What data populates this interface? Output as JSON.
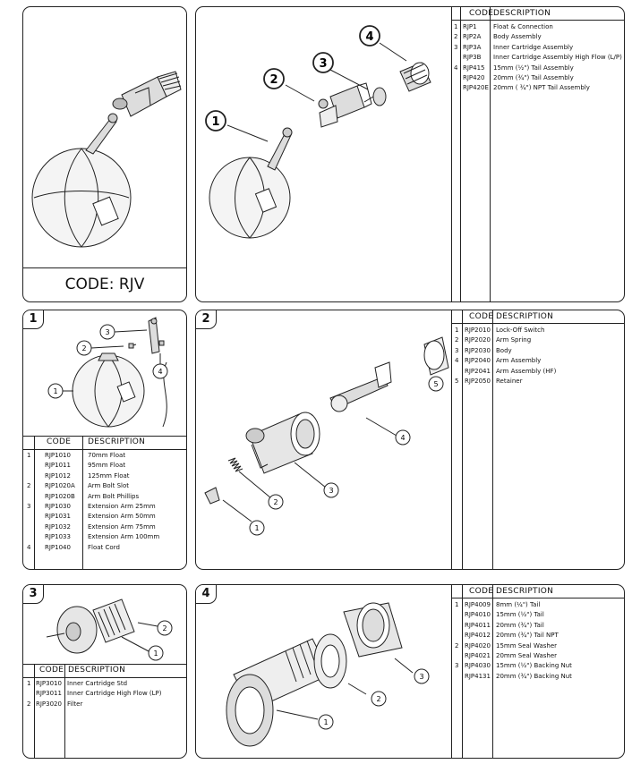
{
  "main_panel": {
    "code_label": "CODE: RJV"
  },
  "overview": {
    "callouts": [
      "1",
      "2",
      "3",
      "4"
    ],
    "table": {
      "header_code": "CODE",
      "header_desc": "DESCRIPTION",
      "rows": [
        {
          "num": "1",
          "code": "RJP1",
          "desc": "Float & Connection"
        },
        {
          "num": "2",
          "code": "RJP2A",
          "desc": "Body Assembly"
        },
        {
          "num": "3",
          "code": "RJP3A",
          "desc": "Inner Cartridge Assembly"
        },
        {
          "num": "",
          "code": "RJP3B",
          "desc": "Inner Cartridge Assembly High Flow (L/P)"
        },
        {
          "num": "4",
          "code": "RJP415",
          "desc": "15mm (½\") Tail Assembly"
        },
        {
          "num": "",
          "code": "RJP420",
          "desc": "20mm (¾\") Tail Assembly"
        },
        {
          "num": "",
          "code": "RJP420E",
          "desc": "20mm ( ¾\") NPT Tail Assembly"
        }
      ]
    }
  },
  "section1": {
    "badge": "1",
    "callouts": [
      "1",
      "2",
      "3",
      "4"
    ],
    "table": {
      "header_code": "CODE",
      "header_desc": "DESCRIPTION",
      "rows": [
        {
          "num": "1",
          "code": "RJP1010",
          "desc": "70mm Float"
        },
        {
          "num": "",
          "code": "RJP1011",
          "desc": "95mm Float"
        },
        {
          "num": "",
          "code": "RJP1012",
          "desc": "125mm Float"
        },
        {
          "num": "2",
          "code": "RJP1020A",
          "desc": "Arm Bolt Slot"
        },
        {
          "num": "",
          "code": "RJP1020B",
          "desc": "Arm Bolt Phillips"
        },
        {
          "num": "3",
          "code": "RJP1030",
          "desc": "Extension Arm 25mm"
        },
        {
          "num": "",
          "code": "RJP1031",
          "desc": "Extension Arm 50mm"
        },
        {
          "num": "",
          "code": "RJP1032",
          "desc": "Extension Arm 75mm"
        },
        {
          "num": "",
          "code": "RJP1033",
          "desc": "Extension Arm 100mm"
        },
        {
          "num": "4",
          "code": "RJP1040",
          "desc": "Float Cord"
        }
      ]
    }
  },
  "section2": {
    "badge": "2",
    "callouts": [
      "1",
      "2",
      "3",
      "4",
      "5"
    ],
    "table": {
      "header_code": "CODE",
      "header_desc": "DESCRIPTION",
      "rows": [
        {
          "num": "1",
          "code": "RJP2010",
          "desc": "Lock-Off Switch"
        },
        {
          "num": "2",
          "code": "RJP2020",
          "desc": "Arm Spring"
        },
        {
          "num": "3",
          "code": "RJP2030",
          "desc": "Body"
        },
        {
          "num": "4",
          "code": "RJP2040",
          "desc": "Arm Assembly"
        },
        {
          "num": "",
          "code": "RJP2041",
          "desc": "Arm Assembly (HF)"
        },
        {
          "num": "5",
          "code": "RJP2050",
          "desc": "Retainer"
        }
      ]
    }
  },
  "section3": {
    "badge": "3",
    "callouts": [
      "1",
      "2"
    ],
    "table": {
      "header_code": "CODE",
      "header_desc": "DESCRIPTION",
      "rows": [
        {
          "num": "1",
          "code": "RJP3010",
          "desc": "Inner Cartridge Std"
        },
        {
          "num": "",
          "code": "RJP3011",
          "desc": "Inner Cartridge High Flow (LP)"
        },
        {
          "num": "2",
          "code": "RJP3020",
          "desc": "Filter"
        }
      ]
    }
  },
  "section4": {
    "badge": "4",
    "callouts": [
      "1",
      "2",
      "3"
    ],
    "table": {
      "header_code": "CODE",
      "header_desc": "DESCRIPTION",
      "rows": [
        {
          "num": "1",
          "code": "RJP4009",
          "desc": "8mm   (¼\") Tail"
        },
        {
          "num": "",
          "code": "RJP4010",
          "desc": "15mm (½\") Tail"
        },
        {
          "num": "",
          "code": "RJP4011",
          "desc": "20mm (¾\") Tail"
        },
        {
          "num": "",
          "code": "RJP4012",
          "desc": "20mm (¾\") Tail NPT"
        },
        {
          "num": "2",
          "code": "RJP4020",
          "desc": "15mm Seal Washer"
        },
        {
          "num": "",
          "code": "RJP4021",
          "desc": "20mm Seal Washer"
        },
        {
          "num": "3",
          "code": "RJP4030",
          "desc": "15mm (½\") Backing Nut"
        },
        {
          "num": "",
          "code": "RJP4131",
          "desc": "20mm (¾\") Backing Nut"
        }
      ]
    }
  }
}
